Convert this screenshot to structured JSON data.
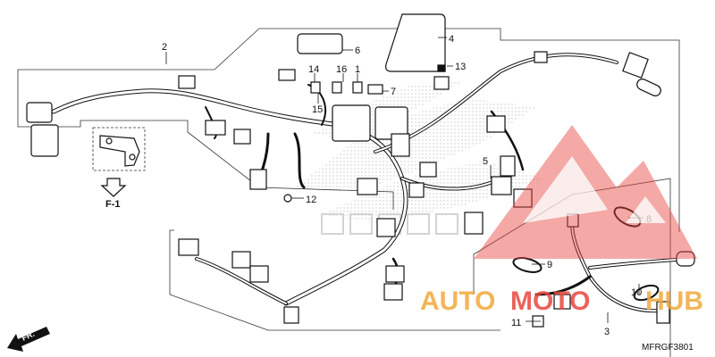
{
  "callouts": {
    "c1": "1",
    "c2": "2",
    "c3": "3",
    "c4": "4",
    "c5": "5",
    "c6": "6",
    "c7": "7",
    "c8": "8",
    "c9": "9",
    "c10": "10",
    "c11": "11",
    "c12": "12",
    "c13": "13",
    "c14": "14",
    "c15": "15",
    "c16": "16"
  },
  "view_ref": "F-1",
  "direction": "FR.",
  "diagram_code": "MFRGF3801",
  "watermark": {
    "part1": "AUTO",
    "part2": "MOTO",
    "part3": "HUB",
    "orange": "#f2a93b",
    "red": "#e8473f"
  }
}
